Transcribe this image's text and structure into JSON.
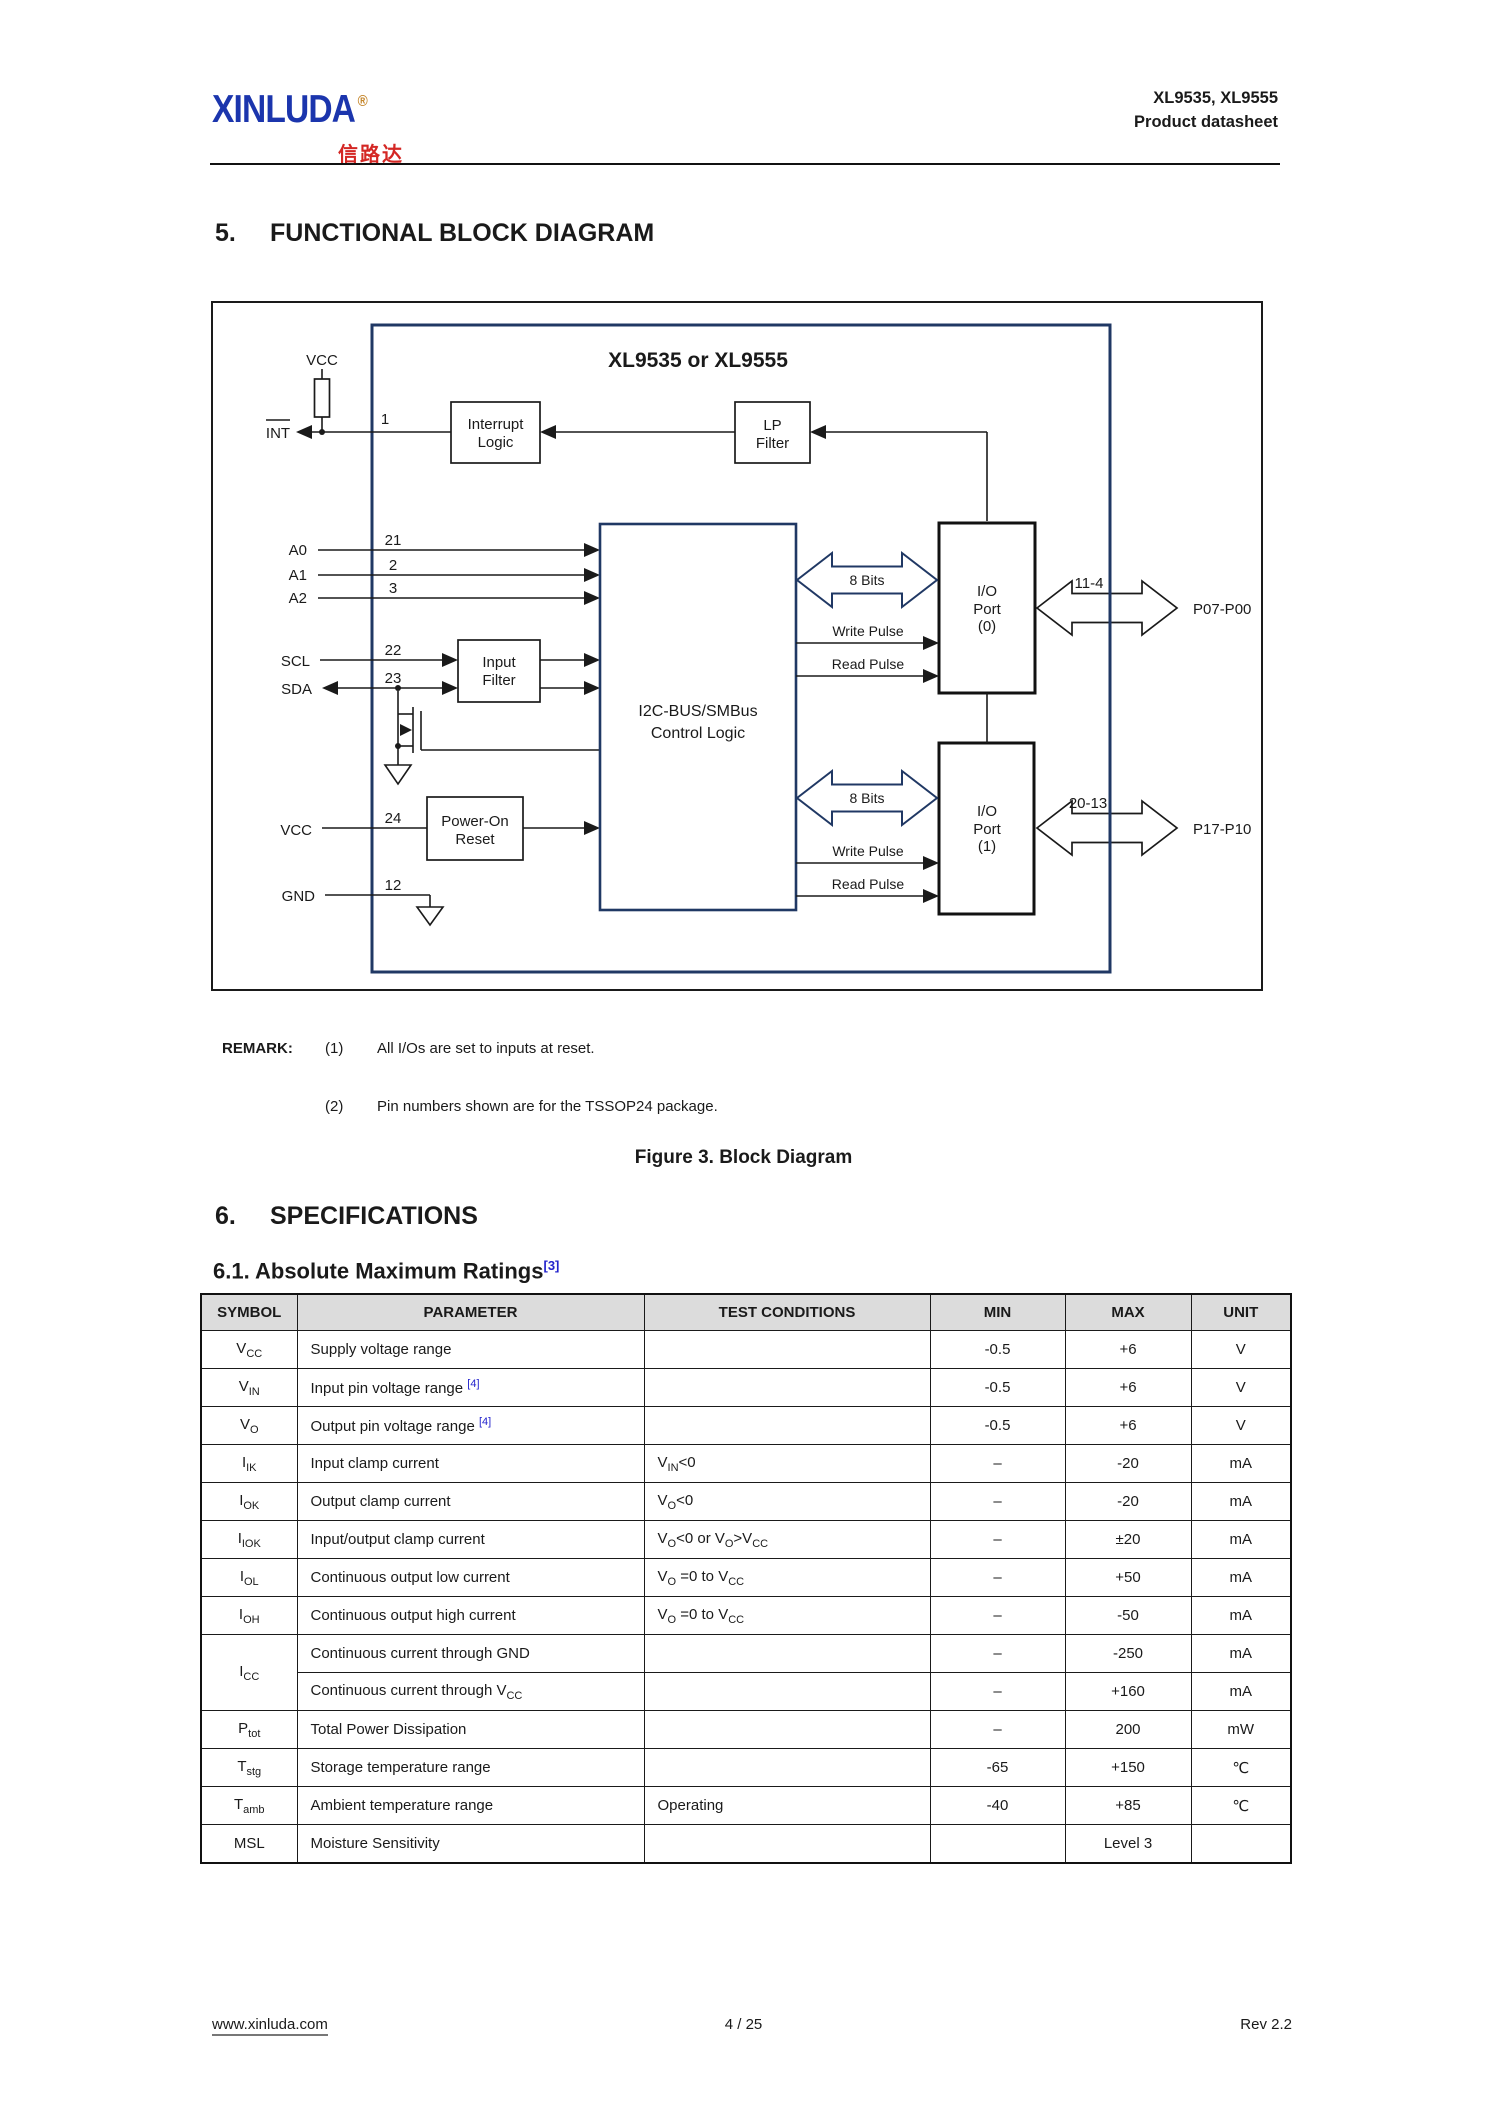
{
  "header": {
    "brand": "XINLUDA",
    "registered": "®",
    "brand_cn": "信路达",
    "product_line1": "XL9535, XL9555",
    "product_line2": "Product datasheet"
  },
  "section5": {
    "number": "5.",
    "title": "FUNCTIONAL BLOCK DIAGRAM"
  },
  "diagram": {
    "chip_title": "XL9535 or XL9555",
    "signals": {
      "vcc_top": "VCC",
      "int": "INT",
      "a0": "A0",
      "a1": "A1",
      "a2": "A2",
      "scl": "SCL",
      "sda": "SDA",
      "vcc": "VCC",
      "gnd": "GND"
    },
    "pins": {
      "int": "1",
      "a0": "21",
      "a1": "2",
      "a2": "3",
      "scl": "22",
      "sda": "23",
      "vcc": "24",
      "gnd": "12"
    },
    "blocks": {
      "interrupt_logic": [
        "Interrupt",
        "Logic"
      ],
      "lp_filter": [
        "LP",
        "Filter"
      ],
      "input_filter": [
        "Input",
        "Filter"
      ],
      "power_on_reset": [
        "Power-On",
        "Reset"
      ],
      "control_logic": [
        "I2C-BUS/SMBus",
        "Control Logic"
      ],
      "io_port_0": [
        "I/O",
        "Port",
        "(0)"
      ],
      "io_port_1": [
        "I/O",
        "Port",
        "(1)"
      ]
    },
    "buses": {
      "bits8": "8 Bits",
      "write_pulse": "Write Pulse",
      "read_pulse": "Read Pulse",
      "port0_pins": "11-4",
      "port0_range": "P07-P00",
      "port1_pins": "20-13",
      "port1_range": "P17-P10"
    }
  },
  "remark": {
    "label": "REMARK:",
    "items": [
      {
        "num": "(1)",
        "text": "All I/Os are set to inputs at reset."
      },
      {
        "num": "(2)",
        "text": "Pin numbers shown are for the TSSOP24 package."
      }
    ]
  },
  "figure_caption": "Figure 3. Block Diagram",
  "section6": {
    "number": "6.",
    "title": "SPECIFICATIONS"
  },
  "section61": {
    "title": "6.1. Absolute Maximum Ratings",
    "ref": "[3]"
  },
  "table": {
    "headers": [
      "SYMBOL",
      "PARAMETER",
      "TEST CONDITIONS",
      "MIN",
      "MAX",
      "UNIT"
    ],
    "rows": [
      {
        "symbol": "V_{CC}",
        "parameter": "Supply voltage range",
        "conditions": "",
        "min": "-0.5",
        "max": "+6",
        "unit": "V"
      },
      {
        "symbol": "V_{IN}",
        "parameter": "Input pin voltage range ^{[4]}",
        "conditions": "",
        "min": "-0.5",
        "max": "+6",
        "unit": "V"
      },
      {
        "symbol": "V_{O}",
        "parameter": "Output pin voltage range ^{[4]}",
        "conditions": "",
        "min": "-0.5",
        "max": "+6",
        "unit": "V"
      },
      {
        "symbol": "I_{IK}",
        "parameter": "Input clamp current",
        "conditions": "V_{IN}<0",
        "min": "–",
        "max": "-20",
        "unit": "mA"
      },
      {
        "symbol": "I_{OK}",
        "parameter": "Output clamp current",
        "conditions": "V_{O}<0",
        "min": "–",
        "max": "-20",
        "unit": "mA"
      },
      {
        "symbol": "I_{IOK}",
        "parameter": "Input/output clamp current",
        "conditions": "V_{O}<0 or V_{O}>V_{CC}",
        "min": "–",
        "max": "±20",
        "unit": "mA"
      },
      {
        "symbol": "I_{OL}",
        "parameter": "Continuous output low current",
        "conditions": "V_{O} =0 to V_{CC}",
        "min": "–",
        "max": "+50",
        "unit": "mA"
      },
      {
        "symbol": "I_{OH}",
        "parameter": "Continuous output high current",
        "conditions": "V_{O} =0 to V_{CC}",
        "min": "–",
        "max": "-50",
        "unit": "mA"
      },
      {
        "symbol": "I_{CC}",
        "rowspan": 2,
        "parameter": "Continuous current through GND",
        "conditions": "",
        "min": "–",
        "max": "-250",
        "unit": "mA"
      },
      {
        "symbol": null,
        "parameter": "Continuous current through V_{CC}",
        "conditions": "",
        "min": "–",
        "max": "+160",
        "unit": "mA"
      },
      {
        "symbol": "P_{tot}",
        "parameter": "Total Power Dissipation",
        "conditions": "",
        "min": "–",
        "max": "200",
        "unit": "mW"
      },
      {
        "symbol": "T_{stg}",
        "parameter": "Storage temperature range",
        "conditions": "",
        "min": "-65",
        "max": "+150",
        "unit": "℃"
      },
      {
        "symbol": "T_{amb}",
        "parameter": "Ambient temperature range",
        "conditions": "Operating",
        "min": "-40",
        "max": "+85",
        "unit": "℃"
      },
      {
        "symbol": "MSL",
        "parameter": "Moisture Sensitivity",
        "conditions": "",
        "min": "",
        "max": "Level 3",
        "unit": ""
      }
    ]
  },
  "footer": {
    "website": "www.xinluda.com",
    "page": "4 / 25",
    "revision": "Rev 2.2"
  }
}
